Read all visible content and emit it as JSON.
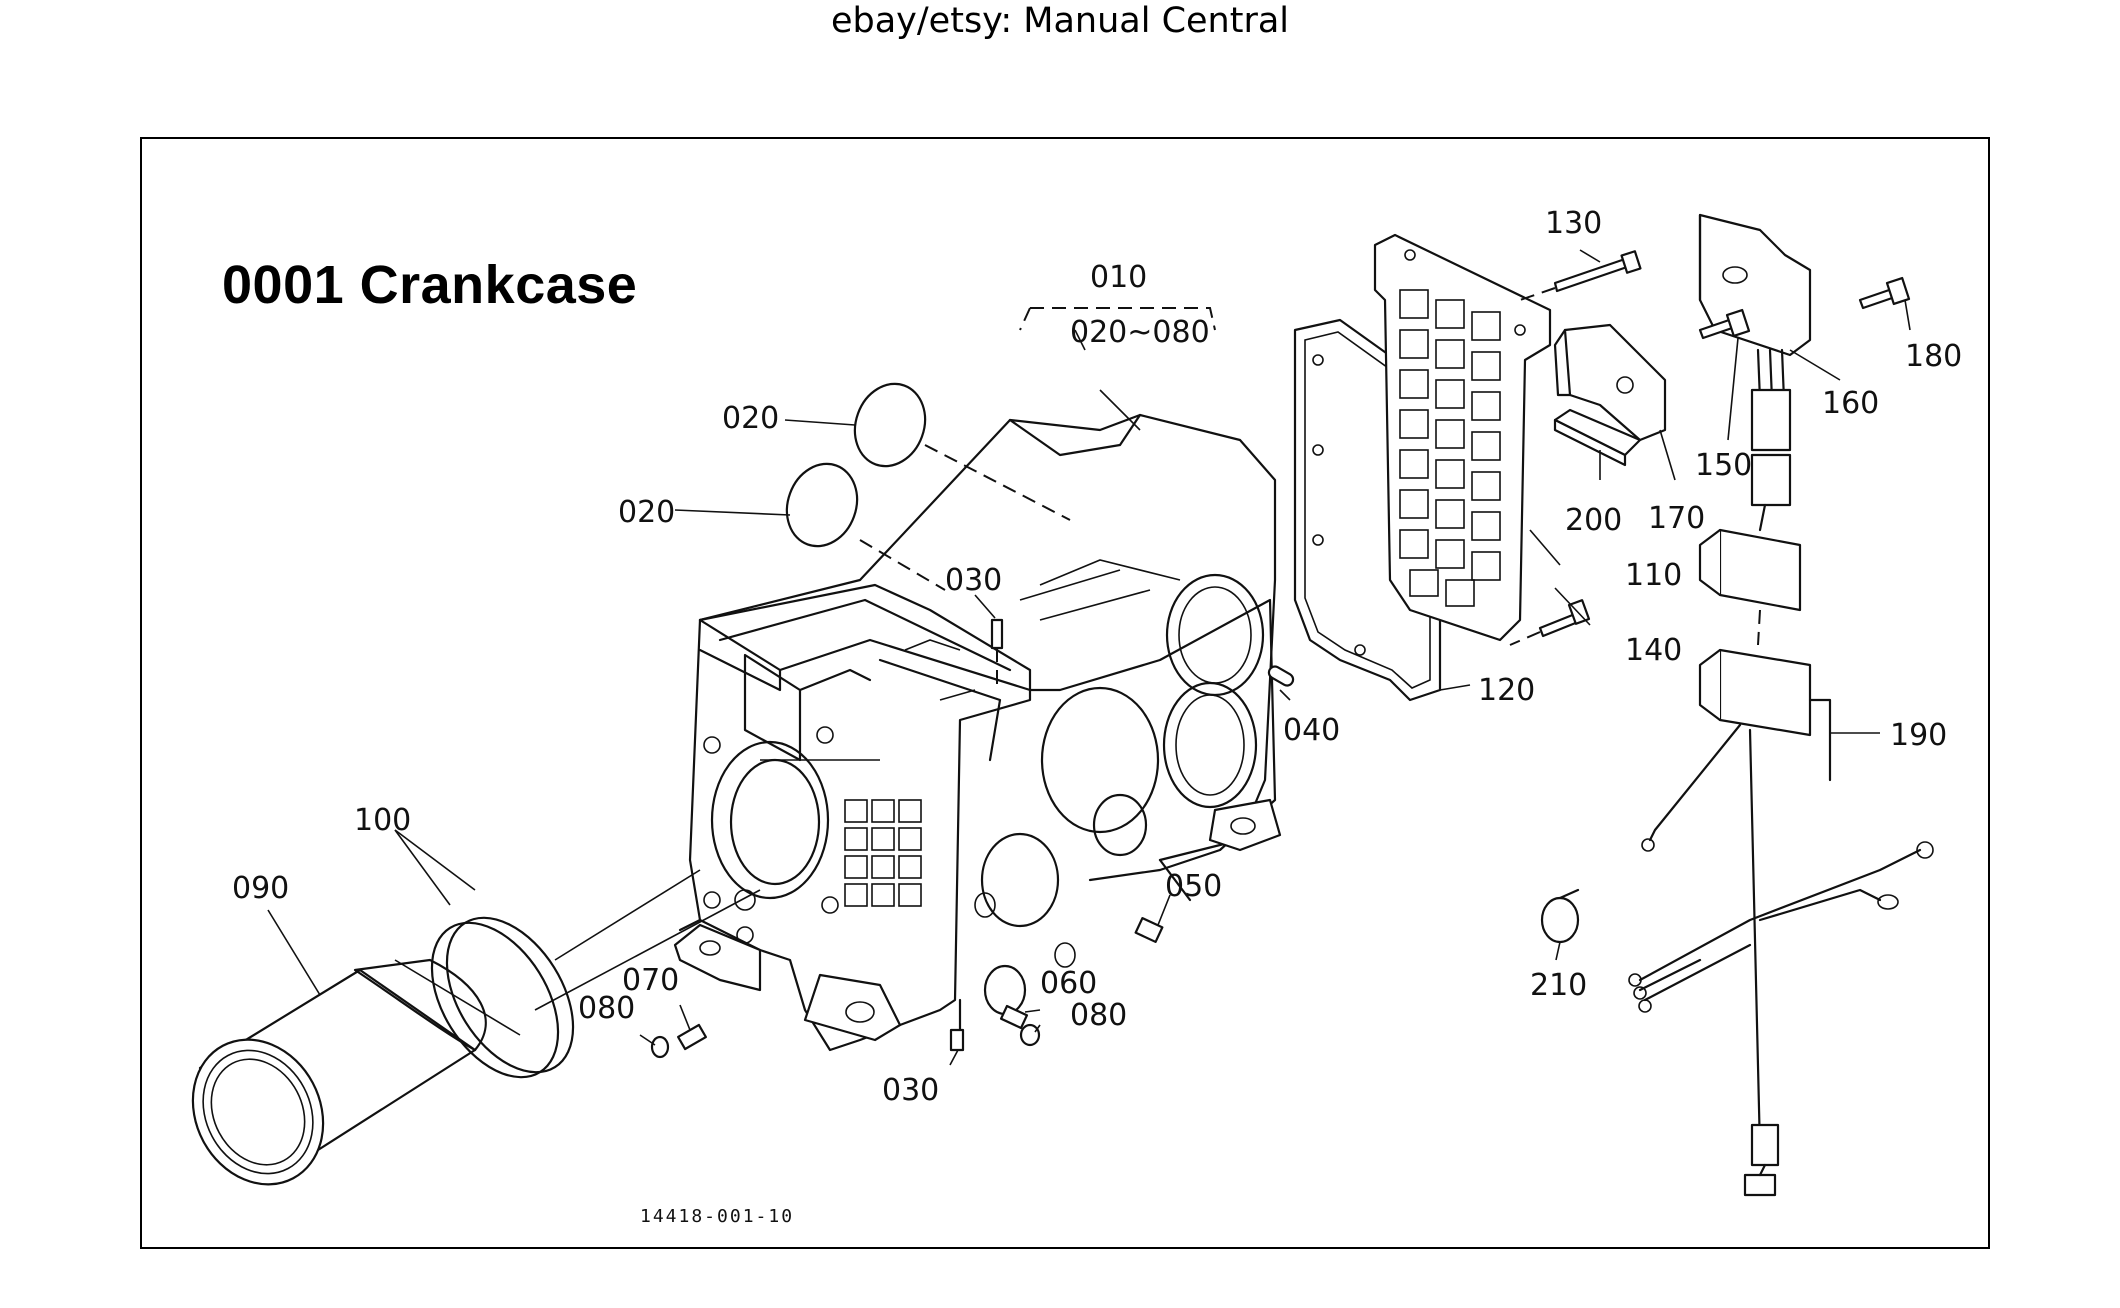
{
  "header": {
    "text": "ebay/etsy: Manual Central"
  },
  "diagram": {
    "title": "0001 Crankcase",
    "drawing_code": "14418-001-10",
    "labels": {
      "l010": "010",
      "l020_080": "020~080",
      "l020a": "020",
      "l020b": "020",
      "l030a": "030",
      "l030b": "030",
      "l040": "040",
      "l050": "050",
      "l060": "060",
      "l070": "070",
      "l080a": "080",
      "l080b": "080",
      "l090": "090",
      "l100": "100",
      "l110": "110",
      "l120": "120",
      "l130": "130",
      "l140": "140",
      "l150": "150",
      "l160": "160",
      "l170": "170",
      "l180": "180",
      "l190": "190",
      "l200": "200",
      "l210": "210"
    }
  }
}
